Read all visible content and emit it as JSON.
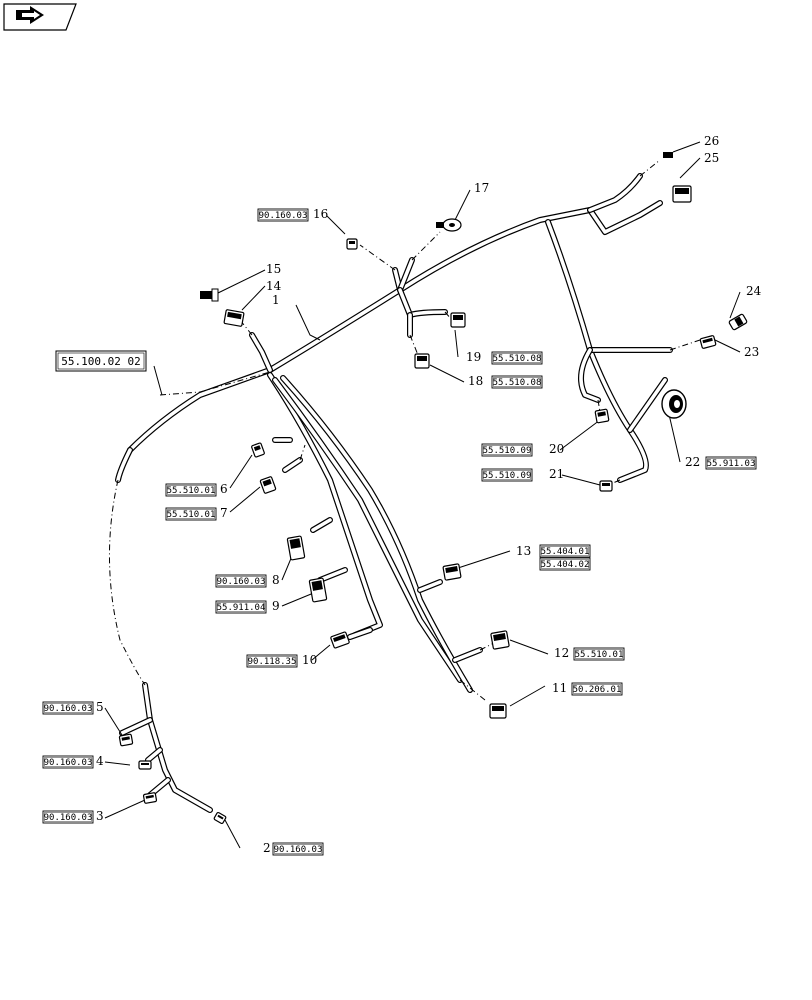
{
  "nav": {
    "icon": "arrow-right-icon"
  },
  "main_ref": "55.100.02 02",
  "callouts": [
    {
      "id": "1",
      "num": "1",
      "refs": []
    },
    {
      "id": "2",
      "num": "2",
      "refs": [
        "90.160.03"
      ]
    },
    {
      "id": "3",
      "num": "3",
      "refs": [
        "90.160.03"
      ]
    },
    {
      "id": "4",
      "num": "4",
      "refs": [
        "90.160.03"
      ]
    },
    {
      "id": "5",
      "num": "5",
      "refs": [
        "90.160.03"
      ]
    },
    {
      "id": "6",
      "num": "6",
      "refs": [
        "55.510.01"
      ]
    },
    {
      "id": "7",
      "num": "7",
      "refs": [
        "55.510.01"
      ]
    },
    {
      "id": "8",
      "num": "8",
      "refs": [
        "90.160.03"
      ]
    },
    {
      "id": "9",
      "num": "9",
      "refs": [
        "55.911.04"
      ]
    },
    {
      "id": "10",
      "num": "10",
      "refs": [
        "90.118.35"
      ]
    },
    {
      "id": "11",
      "num": "11",
      "refs": [
        "50.206.01"
      ]
    },
    {
      "id": "12",
      "num": "12",
      "refs": [
        "55.510.01"
      ]
    },
    {
      "id": "13",
      "num": "13",
      "refs": [
        "55.404.01",
        "55.404.02"
      ]
    },
    {
      "id": "14",
      "num": "14",
      "refs": []
    },
    {
      "id": "15",
      "num": "15",
      "refs": []
    },
    {
      "id": "16",
      "num": "16",
      "refs": [
        "90.160.03"
      ]
    },
    {
      "id": "17",
      "num": "17",
      "refs": []
    },
    {
      "id": "18",
      "num": "18",
      "refs": [
        "55.510.08"
      ]
    },
    {
      "id": "19",
      "num": "19",
      "refs": [
        "55.510.08"
      ]
    },
    {
      "id": "20",
      "num": "20",
      "refs": [
        "55.510.09"
      ]
    },
    {
      "id": "21",
      "num": "21",
      "refs": [
        "55.510.09"
      ]
    },
    {
      "id": "22",
      "num": "22",
      "refs": [
        "55.911.03"
      ]
    },
    {
      "id": "23",
      "num": "23",
      "refs": []
    },
    {
      "id": "24",
      "num": "24",
      "refs": []
    },
    {
      "id": "25",
      "num": "25",
      "refs": []
    },
    {
      "id": "26",
      "num": "26",
      "refs": []
    }
  ]
}
